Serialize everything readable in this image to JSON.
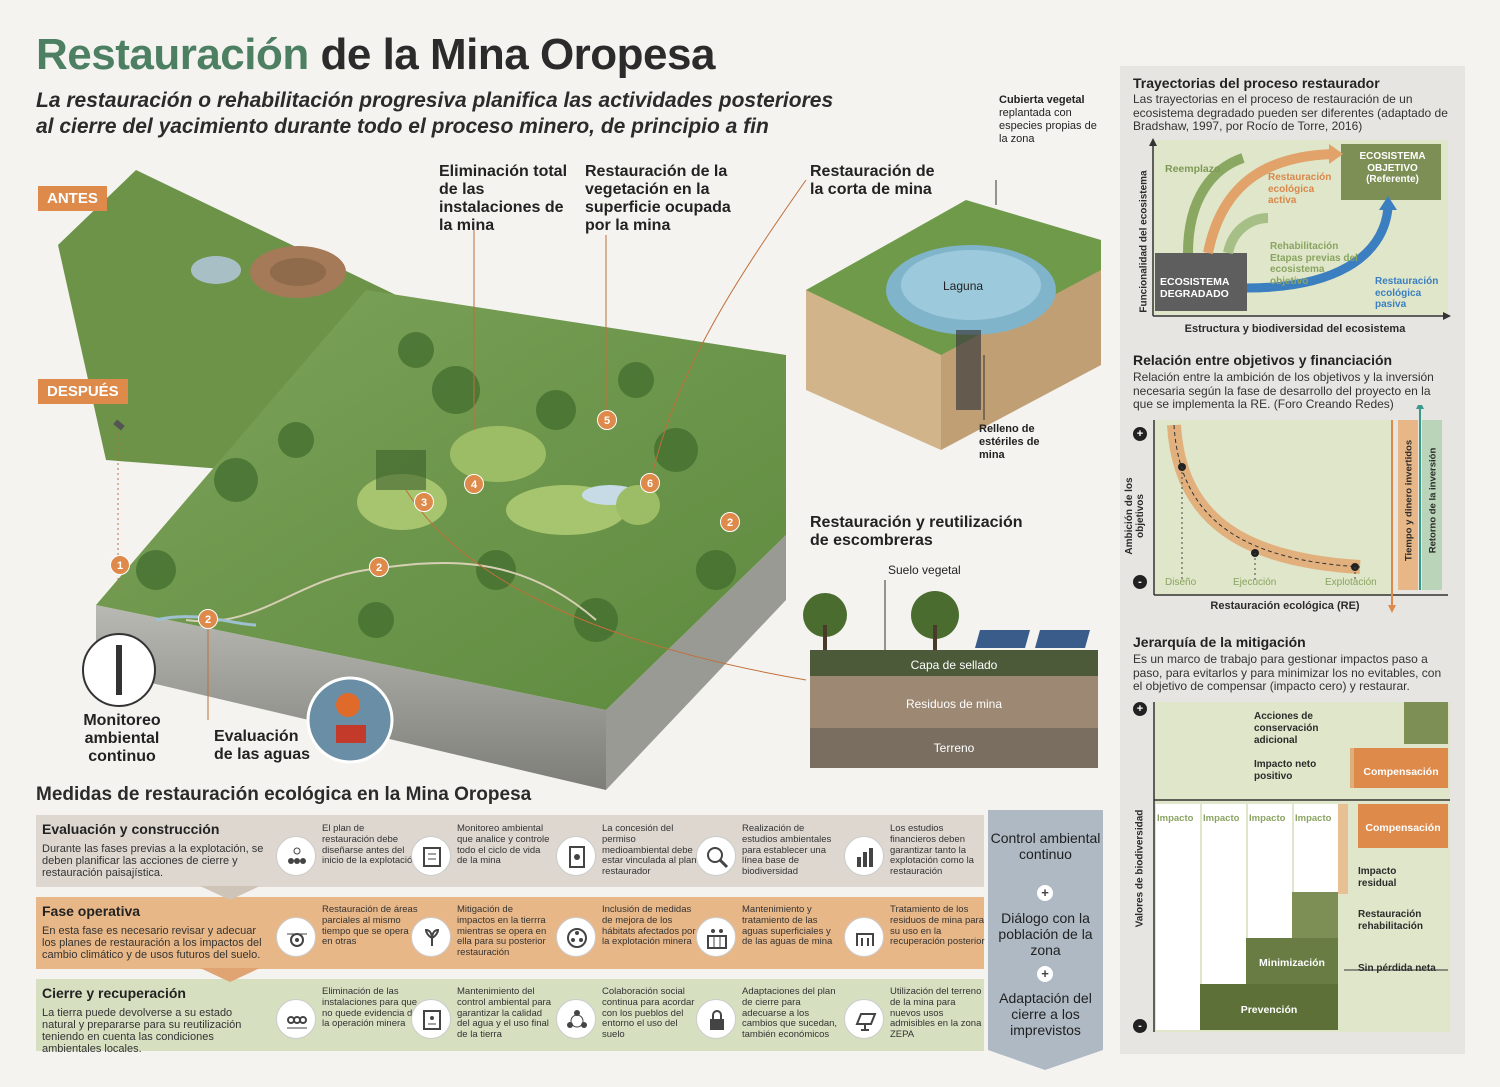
{
  "header": {
    "title_green": "Restauración",
    "title_dark": "de la Mina Oropesa",
    "subtitle": "La restauración o rehabilitación progresiva planifica las actividades posteriores al cierre del yacimiento durante todo el proceso minero, de principio a fin"
  },
  "map": {
    "tag_before": "ANTES",
    "tag_after": "DESPUÉS",
    "callout_installations": "Eliminación total de las instalaciones de la mina",
    "callout_vegetation": "Restauración de la vegetación en la superficie ocupada por la mina",
    "callout_pit": "Restauración de la corta de mina",
    "callout_monitoring": "Monitoreo ambiental continuo",
    "callout_water": "Evaluación de las aguas",
    "markers": [
      "1",
      "2",
      "2",
      "2",
      "3",
      "4",
      "5",
      "6"
    ]
  },
  "pit": {
    "cover_bold": "Cubierta vegetal",
    "cover_text": "replantada con especies propias de la zona",
    "lagoon": "Laguna",
    "fill": "Relleno de estériles de mina"
  },
  "dumps": {
    "title": "Restauración y reutilización de escombreras",
    "topsoil": "Suelo vegetal",
    "layer_seal": "Capa de sellado",
    "layer_waste": "Residuos de mina",
    "layer_ground": "Terreno"
  },
  "measures": {
    "title": "Medidas de restauración ecológica en la Mina Oropesa",
    "sections": [
      {
        "title": "Evaluación y construcción",
        "desc": "Durante las fases previas a la explotación, se deben planificar las acciones de cierre y restauración paisajística.",
        "items": [
          "El plan de restauración debe diseñarse antes del inicio de la explotación",
          "Monitoreo ambiental que analice y controle todo el ciclo de vida de la mina",
          "La concesión del permiso medioambiental debe estar vinculada al plan restaurador",
          "Realización de estudios ambientales para establecer una línea base de biodiversidad",
          "Los estudios financieros deben garantizar tanto la explotación como la restauración"
        ]
      },
      {
        "title": "Fase operativa",
        "desc": "En esta fase es necesario revisar y adecuar los planes de restauración a los impactos del cambio climático y de usos futuros del suelo.",
        "items": [
          "Restauración de áreas parciales al mismo tiempo que se opera en otras",
          "Mitigación de impactos en la tierrra mientras se opera en ella para su posterior restauración",
          "Inclusión de medidas de mejora de los hábitats afectados por la explotación minera",
          "Mantenimiento y tratamiento de las aguas superficiales y de las aguas de mina",
          "Tratamiento de los residuos de mina para su uso en la recuperación posterior"
        ]
      },
      {
        "title": "Cierre y recuperación",
        "desc": "La tierra puede devolverse a su estado natural y prepararse para su reutilización teniendo en cuenta las condiciones ambientales locales.",
        "items": [
          "Eliminación de las instalaciones para que no quede evidencia de la operación minera",
          "Mantenimiento del control ambiental para garantizar la calidad del agua y el uso final de la tierra",
          "Colaboración social continua para acordar con los pueblos del entorno el uso del suelo",
          "Adaptaciones del plan de cierre para adecuarse a los cambios que sucedan, también económicos",
          "Utilización del terreno de la mina para nuevos usos admisibles en la zona ZEPA"
        ]
      }
    ],
    "side": [
      "Control ambiental continuo",
      "Diálogo con la población de la zona",
      "Adaptación del cierre a los imprevistos"
    ],
    "plus": "+"
  },
  "trajectories": {
    "title": "Trayectorias del proceso restaurador",
    "text": "Las trayectorias en el proceso de restauración de un ecosistema degradado pueden ser diferentes (adaptado de Bradshaw, 1997, por Rocío de Torre, 2016)",
    "degraded": "ECOSISTEMA DEGRADADO",
    "target": "ECOSISTEMA OBJETIVO (Referente)",
    "replacement": "Reemplazo",
    "active": "Restauración ecológica activa",
    "rehab": "Rehabilitación Etapas previas del ecosistema objetivo",
    "passive": "Restauración ecológica pasiva",
    "ylabel": "Funcionalidad del ecosistema",
    "xlabel": "Estructura y biodiversidad del ecosistema"
  },
  "financing": {
    "title": "Relación entre objetivos y financiación",
    "text": "Relación entre la ambición de los objetivos y la inversión necesaria según la fase de desarrollo del proyecto en la que se implementa la RE. (Foro Creando Redes)",
    "ylabel": "Ambición de los objetivos",
    "xlabel": "Restauración ecológica (RE)",
    "phases": [
      "Diseño",
      "Ejecución",
      "Explotación"
    ],
    "bar1": "Tiempo y dinero invertidos",
    "bar2": "Retorno de la inversión",
    "plus": "+",
    "minus": "-"
  },
  "mitigation": {
    "title": "Jerarquía de la mitigación",
    "text": "Es un marco de trabajo para gestionar impactos paso a paso, para evitarlos y para minimizar los no evitables, con el objetivo de compensar (impacto cero) y restaurar.",
    "ylabel": "Valores de biodiversidad",
    "extra_actions": "Acciones de conservación adicional",
    "net_positive": "Impacto neto positivo",
    "compensation": "Compensación",
    "impact": "Impacto",
    "residual": "Impacto residual",
    "restoration": "Restauración rehabilitación",
    "minimization": "Minimización",
    "no_net_loss": "Sin pérdida neta",
    "prevention": "Prevención",
    "plus": "+",
    "minus": "-"
  }
}
